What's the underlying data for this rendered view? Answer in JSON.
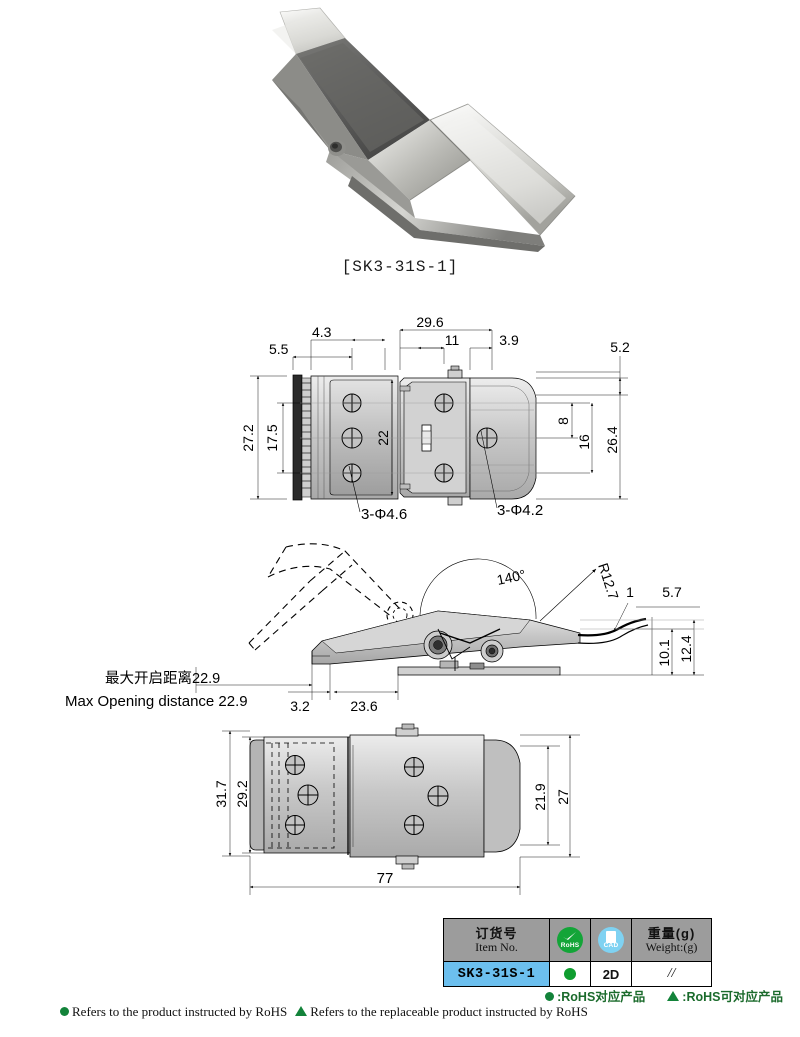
{
  "product": {
    "model_caption": "[SK3-31S-1]",
    "photo_alt": "stainless-steel-toggle-draw-latch"
  },
  "drawings": {
    "top_view": {
      "name": "top-view",
      "dimensions": {
        "d_5_5": "5.5",
        "d_4_3": "4.3",
        "d_29_6": "29.6",
        "d_11": "11",
        "d_3_9": "3.9",
        "d_5_2": "5.2",
        "d_27_2": "27.2",
        "d_17_5": "17.5",
        "d_22": "22",
        "d_8": "8",
        "d_16": "16",
        "d_26_4": "26.4"
      },
      "callouts": {
        "holes_left": "3-Φ4.6",
        "holes_right": "3-Φ4.2"
      }
    },
    "side_view": {
      "name": "side-view",
      "dimensions": {
        "angle": "140°",
        "radius": "R12.7",
        "d_1": "1",
        "d_5_7": "5.7",
        "d_10_1": "10.1",
        "d_12_4": "12.4",
        "d_3_2": "3.2",
        "d_23_6": "23.6"
      },
      "notes": {
        "cn": "最大开启距离22.9",
        "en": "Max Opening distance 22.9"
      }
    },
    "bottom_view": {
      "name": "bottom-view",
      "dimensions": {
        "d_31_7": "31.7",
        "d_29_2": "29.2",
        "d_21_9": "21.9",
        "d_27": "27",
        "d_77": "77"
      }
    }
  },
  "spec_table": {
    "headers": {
      "item_cn": "订货号",
      "item_en": "Item No.",
      "rohs_icon": "rohs-icon",
      "rohs_label": "RoHS",
      "cad_icon": "cad-icon",
      "cad_label": "CAD",
      "weight_cn": "重量(g)",
      "weight_en": "Weight:(g)"
    },
    "rows": [
      {
        "item_no": "SK3-31S-1",
        "rohs": "green-dot",
        "cad": "2D",
        "weight": "//"
      }
    ]
  },
  "legend": {
    "cn_dot": ":RoHS对应产品",
    "cn_tri": ":RoHS可对应产品",
    "en_dot": "Refers to the product instructed by RoHS",
    "en_tri": "Refers to the replaceable product instructed by RoHS"
  },
  "colors": {
    "accent_blue": "#6cbfee",
    "header_gray": "#9c9c9c",
    "rohs_green": "#13a538",
    "cad_blue": "#7fd2f2"
  }
}
